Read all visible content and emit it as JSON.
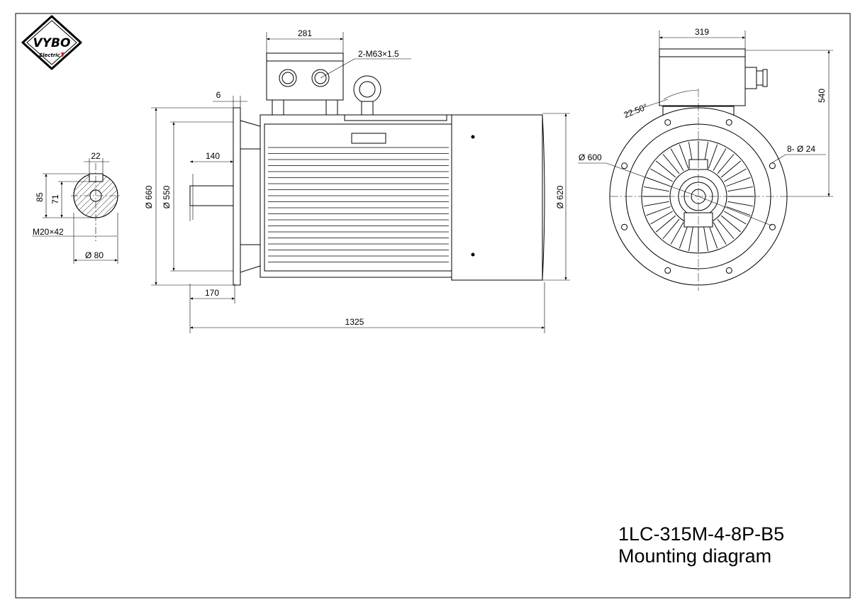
{
  "logo": {
    "brand": "VYBO",
    "sub": "Electric",
    "accent": "#d42020"
  },
  "title": {
    "model": "1LC-315M-4-8P-B5",
    "subtitle": "Mounting diagram"
  },
  "shaft_section": {
    "keyway_width": "22",
    "height_85": "85",
    "height_71": "71",
    "thread": "M20×42",
    "diameter": "Ø 80"
  },
  "side_view": {
    "terminal_box_width": "281",
    "cable_gland": "2-M63×1.5",
    "flange_thickness": "6",
    "shaft_length": "140",
    "flange_diameter": "Ø 660",
    "spigot_diameter": "Ø 550",
    "frame_diameter": "Ø 620",
    "flange_to_shaft": "170",
    "total_length": "1325"
  },
  "end_view": {
    "box_width": "319",
    "height": "540",
    "angle": "22.50°",
    "pcd": "Ø 600",
    "holes": "8- Ø 24"
  },
  "colors": {
    "line": "#000000",
    "paper": "#ffffff"
  }
}
